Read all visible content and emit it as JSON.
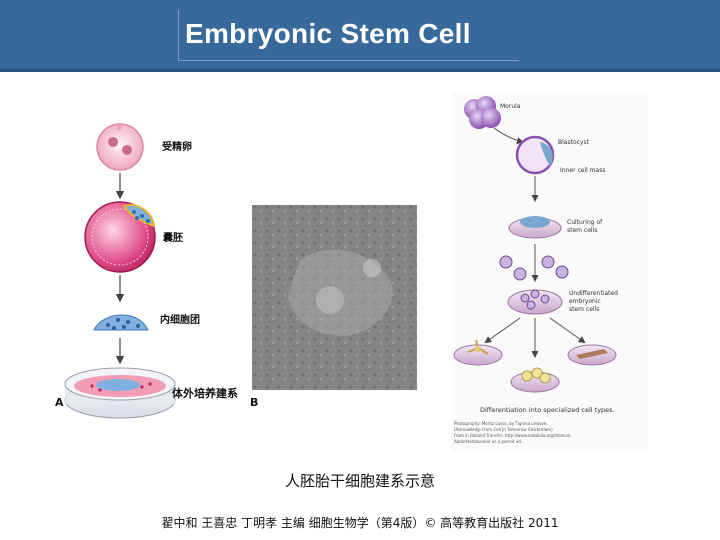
{
  "header": {
    "title": "Embryonic Stem Cell"
  },
  "panel_a": {
    "letter": "A",
    "labels": [
      "受精卵",
      "囊胚",
      "内细胞团",
      "体外培养建系"
    ]
  },
  "panel_b": {
    "letter": "B"
  },
  "panel_c": {
    "labels": {
      "morula": "Morula",
      "blastocyst": "Blastocyst",
      "inner_cell_mass": "Inner cell mass",
      "culturing_1": "Culturing of",
      "culturing_2": "stem cells",
      "undiff_1": "Undifferentiated",
      "undiff_2": "embryonic",
      "undiff_3": "stem cells",
      "differentiation": "Differentiation into specialized cell types."
    },
    "fineprint": [
      "Photography: Moritz Lasso, by Tignina Leslove,",
      "(Acknowledg: From Cell Jn Tomorrow Amsterdam)",
      "From in Bailand Transfer, http://www.notabilia.org/stemcel.",
      "Abderfestsouvenir as a permit ed."
    ]
  },
  "caption": "人胚胎干细胞建系示意",
  "credit": "翟中和 王喜忠 丁明孝 主编 细胞生物学（第4版）© 高等教育出版社 2011",
  "colors": {
    "header": "#37699b",
    "accent_pink": "#e05a8a",
    "accent_purple": "#8a4fb0",
    "accent_blue": "#5a8fc8"
  }
}
